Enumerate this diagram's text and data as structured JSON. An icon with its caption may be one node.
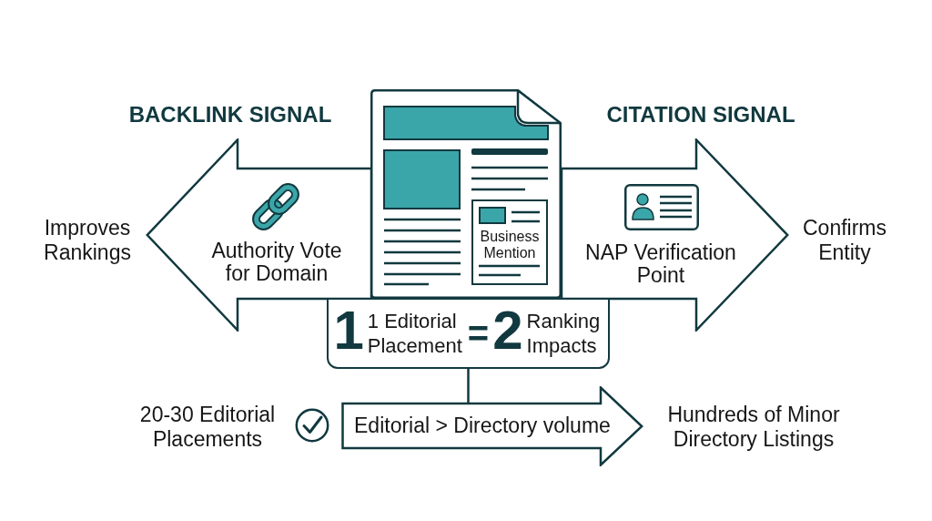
{
  "diagram": {
    "nodes": [
      {
        "text": [
          "BACKLINK SIGNAL",
          "Authority Vote for Domain"
        ],
        "beside": [
          "Improves Rankings"
        ]
      },
      {
        "text": [],
        "shape": "document"
      },
      {
        "text": [
          "Business Mention"
        ],
        "in": 1
      },
      {
        "text": [
          "CITATION SIGNAL",
          "NAP Verification Point"
        ],
        "beside": [
          "Confirms Entity"
        ]
      },
      {
        "text": [
          "1",
          "1 Editorial Placement",
          "=",
          "2",
          "Ranking Impacts"
        ]
      },
      {
        "text": [
          "Editorial > Directory volume"
        ],
        "beside": [
          "20-30 Editorial Placements",
          "Hundreds of Minor Directory Listings"
        ]
      }
    ],
    "edges": [
      {
        "from": 4,
        "to": 5,
        "arrow": "none"
      }
    ]
  }
}
